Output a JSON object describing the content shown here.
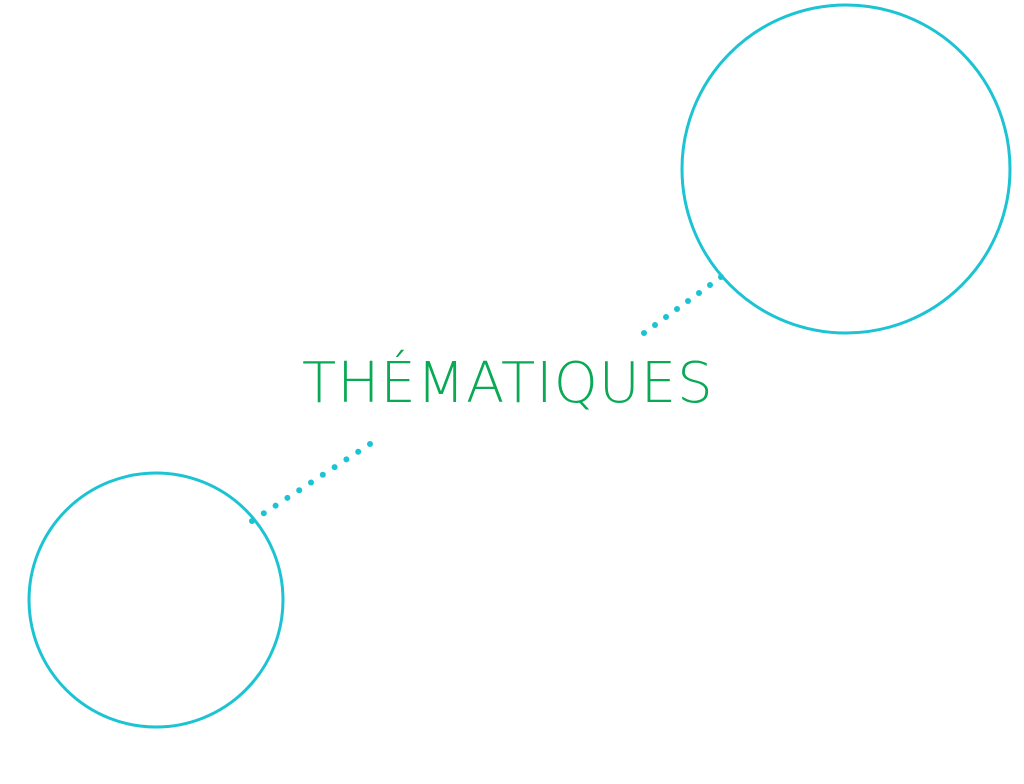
{
  "title": "THÉMATIQUES",
  "colors": {
    "title": "#0aa955",
    "circles": "#1bc3d3",
    "dots": "#1bc3d3",
    "background": "#ffffff"
  },
  "nodes": [
    {
      "id": "top-right-circle",
      "label": ""
    },
    {
      "id": "bottom-left-circle",
      "label": ""
    }
  ]
}
